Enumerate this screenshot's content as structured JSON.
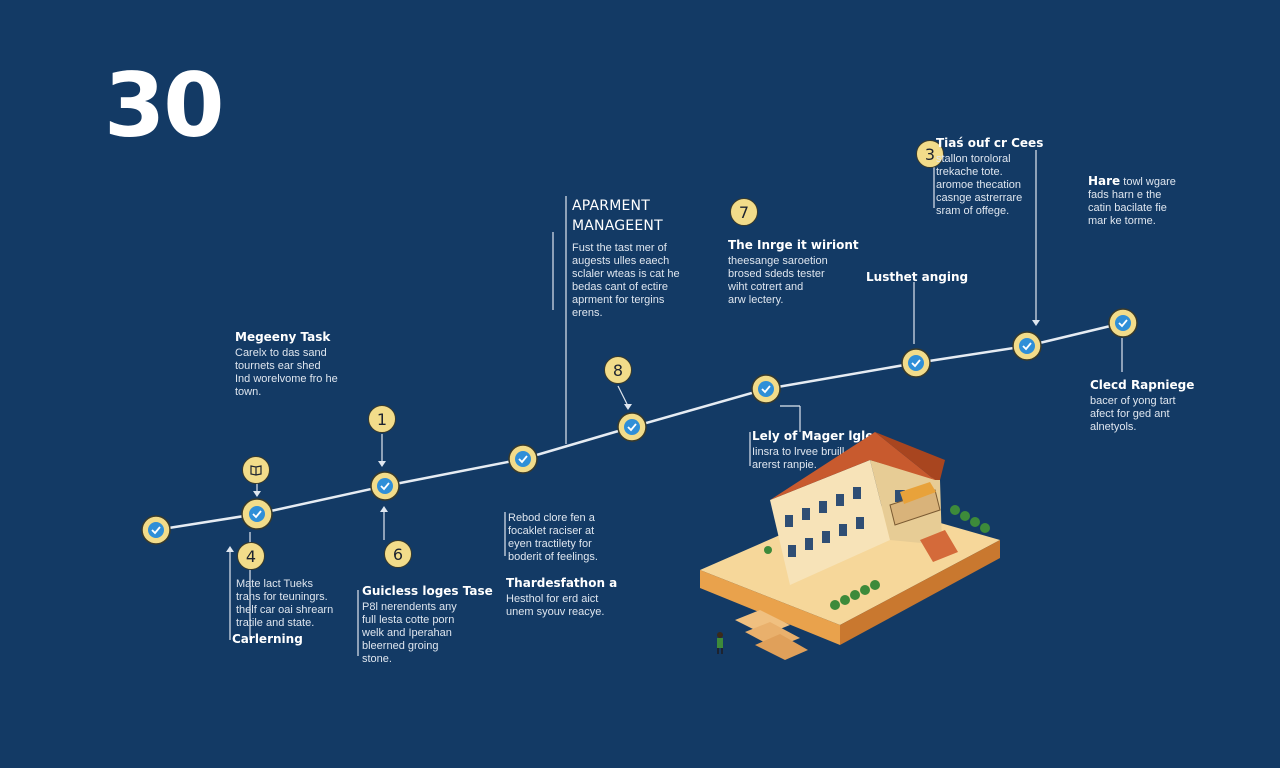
{
  "headline": "30",
  "colors": {
    "background": "#133a65",
    "node": "#f2dc8a",
    "check": "#2f8fd8",
    "line": "#e6ecf3"
  },
  "badges": [
    "1",
    "4",
    "6",
    "8",
    "7",
    "3"
  ],
  "labels": [
    {
      "id": "magency",
      "title": "Megeeny Task",
      "body": "Carelx to das sand\ntournets ear shed\nInd worelvome fro he\ntown."
    },
    {
      "id": "mate",
      "title": "",
      "body": "Mate lact Tueks\ntrans for teuningrs.\nthelf car oai shrearn\ntratile and state."
    },
    {
      "id": "carlerning",
      "title": "Carlerning",
      "body": ""
    },
    {
      "id": "guicless",
      "title": "Guicless loges Tase",
      "body": "P8l nerendents any\nfull lesta cotte porn\nwelk and Iperahan\nbleerned groing\nstone."
    },
    {
      "id": "apartment",
      "title": "APARMENT\nMANAGEENT",
      "body": "Fust the tast mer of\naugests ulles eaech\nsclaler wteas is cat he\nbedas cant of ectire\naprment for tergins\nerens."
    },
    {
      "id": "rebod",
      "title": "",
      "body": "Rebod clore fen a\nfocaklet raciser at\neyen tractilety for\nboderit of feelings."
    },
    {
      "id": "thardesfathon",
      "title": "Thardesfathon a",
      "body": "Hesthol for erd aict\nunem syouv reacye."
    },
    {
      "id": "linge",
      "title": "The Inrge it wiriont",
      "body": "theesange saroetion\nbrosed sdeds tester\nwiht cotrert and\narw lectery."
    },
    {
      "id": "lusthet",
      "title": "Lusthet anging",
      "body": ""
    },
    {
      "id": "lely",
      "title": "Lely of Mager lgle",
      "body": "Iinsra to lrvee bruill\narerst ranpie."
    },
    {
      "id": "tiesouf",
      "title": "Tiaś ouf cr Cees",
      "body": "stallon toroloral\ntrekache tote.\naromoe thecation\ncasnge astrerrare\nsram of offege."
    },
    {
      "id": "hare",
      "title": "Hare",
      "body": "towl wgare\nfads harn e the\ncatin bacilate fie\nmar ke torme."
    },
    {
      "id": "ciecd",
      "title": "Clecd Rapniege",
      "body": "bacer of yong tart\nafect for ged ant\nalnetyols."
    }
  ]
}
